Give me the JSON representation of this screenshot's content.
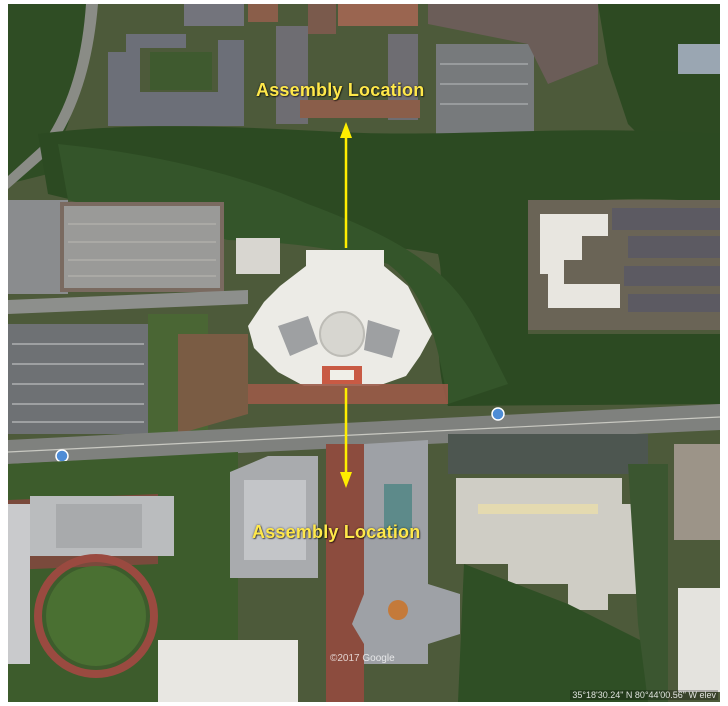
{
  "map": {
    "labels": {
      "north": "Assembly Location",
      "south": "Assembly Location"
    },
    "watermark": "©2017 Google",
    "coordinates": "35°18'30.24\" N   80°44'00.56\" W elev",
    "arrow_color": "#ffee00",
    "label_color": "#ffe84a"
  },
  "icons": [
    "up-arrow-icon",
    "down-arrow-icon",
    "road-marker-icon"
  ]
}
